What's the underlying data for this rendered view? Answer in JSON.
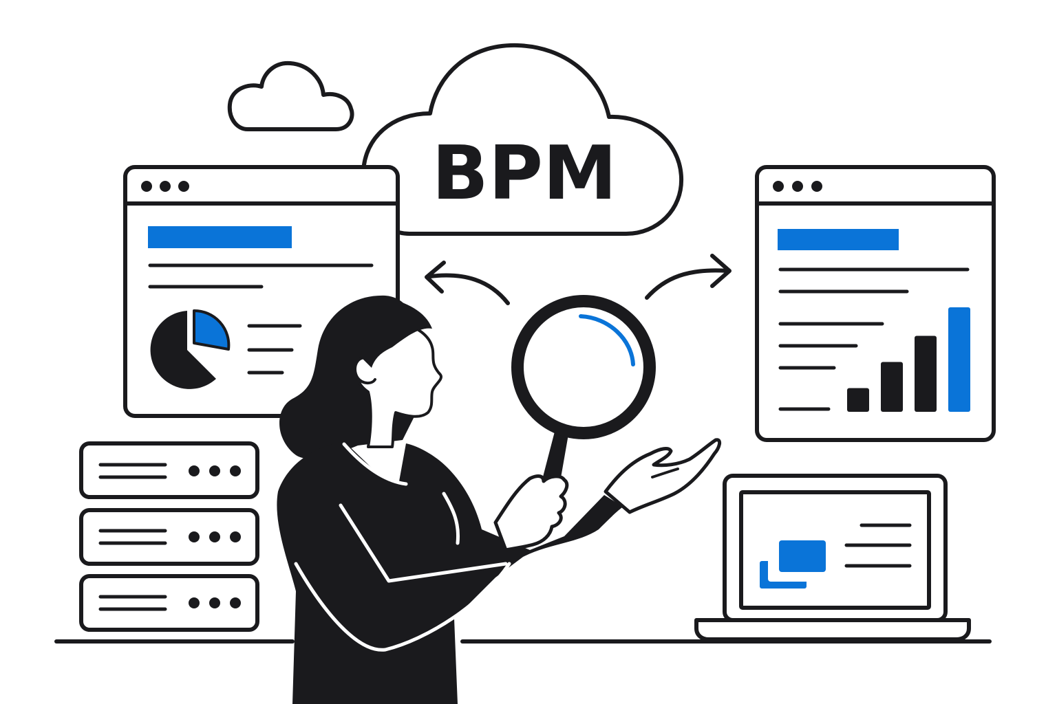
{
  "cloud_label": "BPM",
  "colors": {
    "ink": "#1a1a1d",
    "accent": "#0a74d8",
    "background": "#ffffff"
  },
  "icons": [
    "small-cloud-icon",
    "bpm-cloud-icon",
    "browser-window-pie-chart",
    "browser-window-bar-chart",
    "server-rack-icon",
    "laptop-icon",
    "magnifying-glass-icon",
    "arrow-left-icon",
    "arrow-right-icon",
    "woman-figure"
  ],
  "bar_chart": {
    "type": "bar",
    "values": [
      1,
      2.1,
      3.2,
      4.4
    ],
    "highlight_index": 3
  },
  "pie_chart": {
    "type": "pie",
    "highlight_fraction": 0.23
  }
}
